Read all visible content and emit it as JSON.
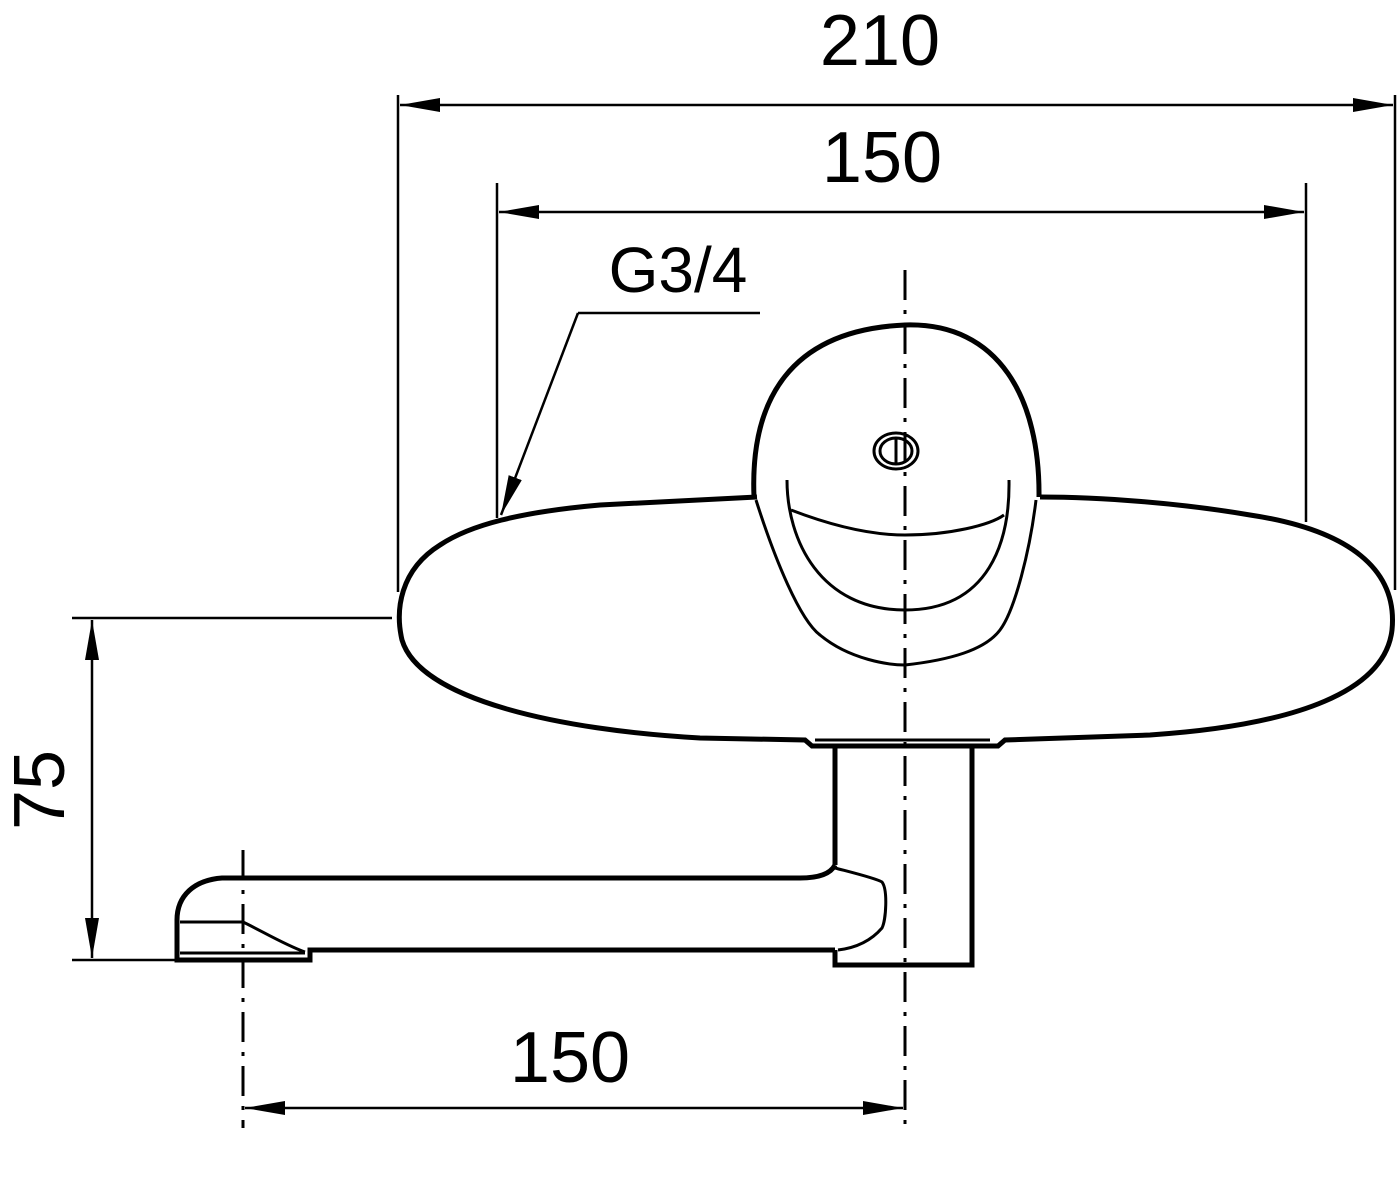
{
  "title": "Bath mixer dimension drawing",
  "dimensions": {
    "overall_width": "210",
    "connection_spacing": "150",
    "height": "75",
    "spout_reach": "150"
  },
  "thread_label": "G3/4",
  "colors": {
    "line": "#000000",
    "background": "#ffffff"
  }
}
